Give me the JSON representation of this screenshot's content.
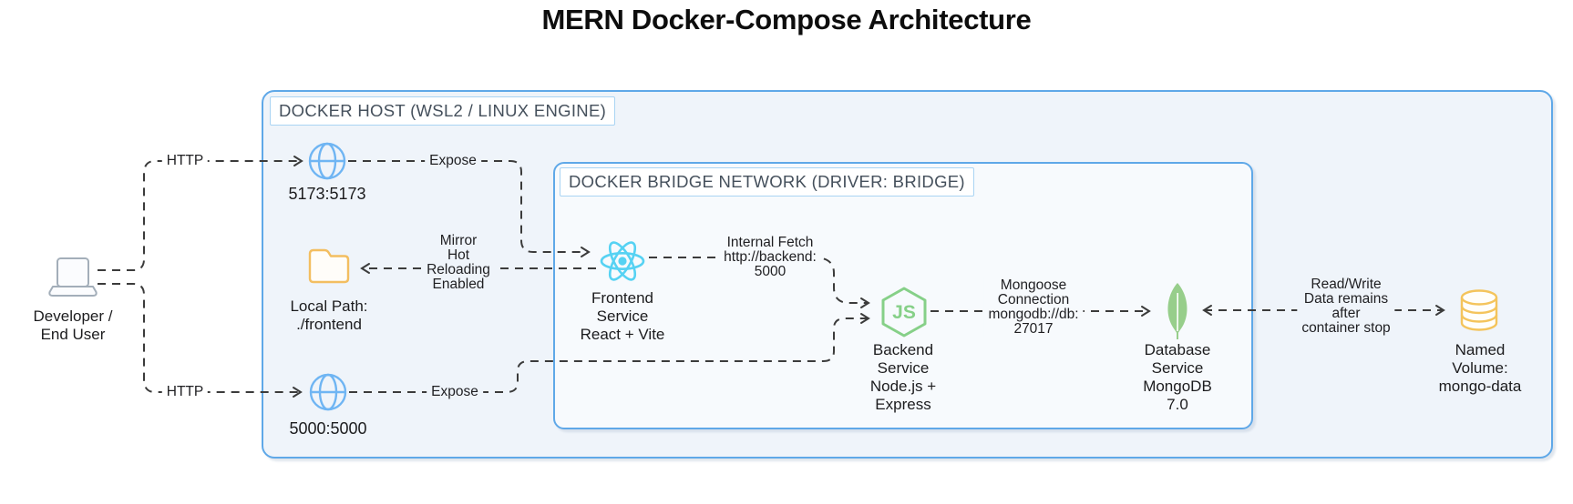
{
  "title": "MERN Docker-Compose Architecture",
  "colors": {
    "line": "#3b3b3b",
    "container_border": "#5FA8E8",
    "label_border": "#A9D4F3",
    "container_text": "#45505C",
    "host_fill": "#EFF4FA",
    "bridge_fill": "#F7FAFD",
    "text": "#1C1C1E",
    "laptop": "#A3AEB9",
    "globe": "#6FB5F3",
    "folder": "#F3BE60",
    "react": "#56D2F3",
    "node": "#86D088",
    "leaf": "#97CE8B",
    "cylinder": "#F4C45C"
  },
  "containers": {
    "host": {
      "label": "DOCKER HOST (WSL2 / LINUX ENGINE)"
    },
    "bridge": {
      "label": "DOCKER BRIDGE NETWORK (DRIVER: BRIDGE)"
    }
  },
  "nodes": {
    "user": {
      "label": "Developer /\nEnd User",
      "icon": "laptop-icon"
    },
    "port5173": {
      "label": "5173:5173",
      "icon": "globe-icon"
    },
    "port5000": {
      "label": "5000:5000",
      "icon": "globe-icon"
    },
    "localpath": {
      "label": "Local Path:\n./frontend",
      "icon": "folder-icon"
    },
    "frontend": {
      "label": "Frontend\nService\nReact + Vite",
      "icon": "react-icon"
    },
    "backend": {
      "label": "Backend\nService\nNode.js +\nExpress",
      "icon": "nodejs-icon",
      "icon_text": "JS"
    },
    "database": {
      "label": "Database\nService\nMongoDB\n7.0",
      "icon": "mongodb-leaf-icon"
    },
    "volume": {
      "label": "Named\nVolume:\nmongo-data",
      "icon": "database-cylinder-icon"
    }
  },
  "edges": {
    "http_top": {
      "label": "HTTP"
    },
    "http_bottom": {
      "label": "HTTP"
    },
    "expose_top": {
      "label": "Expose"
    },
    "expose_bottom": {
      "label": "Expose"
    },
    "mirror": {
      "label": "Mirror\nHot\nReloading\nEnabled"
    },
    "internal_fetch": {
      "label": "Internal Fetch\nhttp://backend:\n5000"
    },
    "mongoose": {
      "label": "Mongoose\nConnection\nmongodb://db:\n27017"
    },
    "readwrite": {
      "label": "Read/Write\nData remains\nafter\ncontainer stop"
    }
  }
}
